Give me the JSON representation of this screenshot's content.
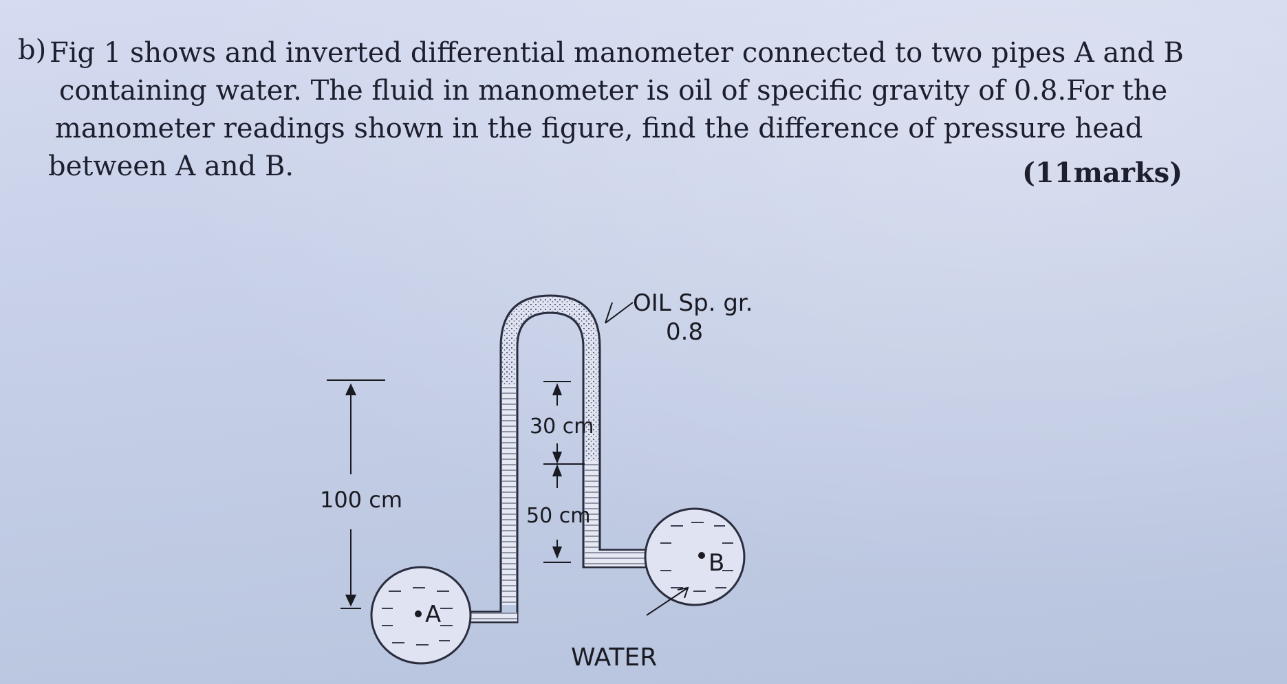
{
  "question": {
    "prefix": "b)",
    "lines": [
      "Fig 1 shows and inverted differential manometer connected to two pipes A and B",
      "containing water. The fluid in manometer is oil of specific gravity of 0.8.For the",
      "manometer readings shown in the figure, find the difference of pressure head",
      "between A and B."
    ],
    "marks": "(11marks)"
  },
  "figure": {
    "oil_label_line1": "OIL Sp. gr.",
    "oil_label_line2": "0.8",
    "dim_30": "30 cm",
    "dim_50": "50 cm",
    "dim_100": "100 cm",
    "pipe_a": "A",
    "pipe_b": "B",
    "water_label": "WATER"
  },
  "colors": {
    "paper": "#c9d2ec",
    "ink": "#1d1f2e"
  }
}
